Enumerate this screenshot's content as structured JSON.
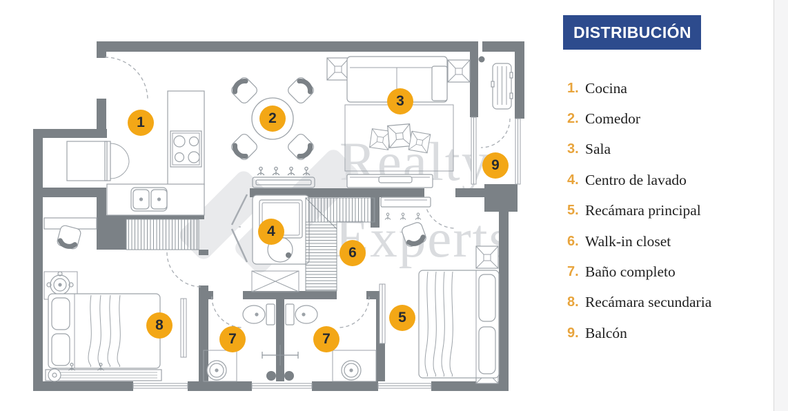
{
  "legend": {
    "title": "DISTRIBUCIÓN",
    "items": [
      {
        "number": "1.",
        "label": "Cocina"
      },
      {
        "number": "2.",
        "label": "Comedor"
      },
      {
        "number": "3.",
        "label": "Sala"
      },
      {
        "number": "4.",
        "label": "Centro de lavado"
      },
      {
        "number": "5.",
        "label": "Recámara principal"
      },
      {
        "number": "6.",
        "label": "Walk-in closet"
      },
      {
        "number": "7.",
        "label": "Baño completo"
      },
      {
        "number": "8.",
        "label": "Recámara secundaria"
      },
      {
        "number": "9.",
        "label": "Balcón"
      }
    ]
  },
  "markers": [
    {
      "number": "1",
      "room": "Cocina"
    },
    {
      "number": "2",
      "room": "Comedor"
    },
    {
      "number": "3",
      "room": "Sala"
    },
    {
      "number": "4",
      "room": "Centro de lavado"
    },
    {
      "number": "5",
      "room": "Recámara principal"
    },
    {
      "number": "6",
      "room": "Walk-in closet"
    },
    {
      "number": "7",
      "room": "Baño completo"
    },
    {
      "number": "7",
      "room": "Baño completo"
    },
    {
      "number": "8",
      "room": "Recámara secundaria"
    },
    {
      "number": "9",
      "room": "Balcón"
    }
  ],
  "watermark": {
    "line1": "Realty",
    "line2": "Experts"
  },
  "colors": {
    "header_blue": "#2D4B8D",
    "marker_orange": "#F3A716",
    "legend_number_orange": "#E8A43C",
    "wall_gray": "#7B8186",
    "watermark_gray": "#DADCDF"
  }
}
